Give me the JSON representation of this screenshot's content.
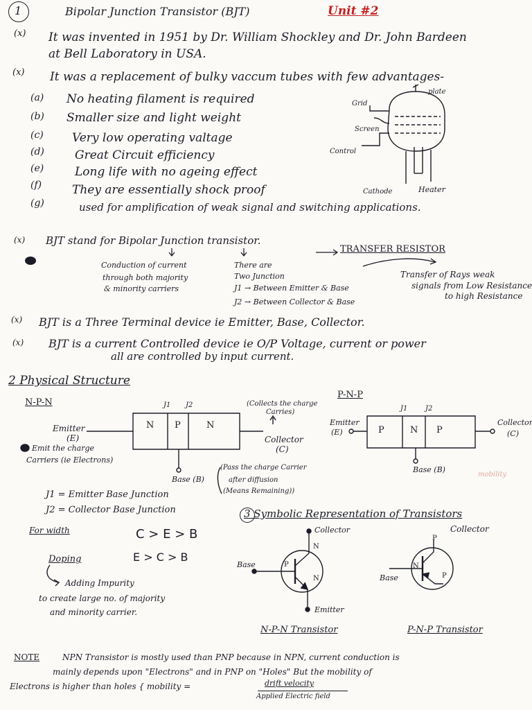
{
  "header": {
    "num": "1",
    "title": "Bipolar Junction Transistor (BJT)",
    "unit": "Unit #2"
  },
  "intro": {
    "line1": "It was invented in 1951 by Dr. William Shockley and Dr. John Bardeen",
    "line2": "at Bell Laboratory in USA.",
    "line3": "It was a replacement of bulky vaccum tubes with few advantages-"
  },
  "advantages": [
    {
      "mark": "(a)",
      "text": "No heating filament is required"
    },
    {
      "mark": "(b)",
      "text": "Smaller size and light weight"
    },
    {
      "mark": "(c)",
      "text": "Very low operating valtage"
    },
    {
      "mark": "(d)",
      "text": "Great Circuit efficiency"
    },
    {
      "mark": "(e)",
      "text": "Long life with no ageing effect"
    },
    {
      "mark": "(f)",
      "text": "They are essentially shock proof"
    },
    {
      "mark": "(g)",
      "text": "used for amplification of weak signal and switching applications."
    }
  ],
  "tube": {
    "plate": "plate",
    "grid": "Grid",
    "screen": "Screen",
    "control": "Control",
    "cathode": "Cathode",
    "heater": "Heater"
  },
  "bjt_stand": {
    "mark": "(x)",
    "text": "BJT stand for Bipolar Junction transistor.",
    "transfer": "TRANSFER RESISTOR",
    "bipolar_note": [
      "Conduction of current",
      "through both majority",
      "& minority carriers"
    ],
    "junction_note": [
      "There are",
      "Two Junction",
      "J1 → Between Emitter & Base",
      "J2 → Between Collector & Base"
    ],
    "transfer_note": [
      "Transfer of Rays weak",
      "signals from Low Resistance",
      "to high Resistance"
    ]
  },
  "facts": [
    {
      "mark": "(x)",
      "text": "BJT is a Three Terminal device ie Emitter, Base, Collector."
    },
    {
      "mark": "(x)",
      "text": "BJT is a current Controlled device ie O/P Voltage, current or power"
    },
    {
      "mark": "",
      "text": "all are controlled by input current."
    }
  ],
  "physical": {
    "title": "2 Physical Structure",
    "npn_label": "N-P-N",
    "pnp_label": "P-N-P",
    "j1": "J1",
    "j2": "J2",
    "npn_regions": [
      "N",
      "P",
      "N"
    ],
    "pnp_regions": [
      "P",
      "N",
      "P"
    ],
    "emitter": "Emitter",
    "emitter_e": "(E)",
    "emitter_note": [
      "Emit the charge",
      "Carriers (ie Electrons)"
    ],
    "collects_note": [
      "(Collects the charge",
      "Carries)"
    ],
    "collector": "Collector",
    "collector_c": "(C)",
    "base": "Base (B)",
    "base_note": [
      "(Pass the charge Carrier",
      "after diffusion",
      "(Means Remaining))"
    ],
    "pnp_emitter": "Emitter",
    "pnp_emitter_e": "(E)",
    "pnp_collector": "Collector",
    "pnp_collector_c": "(C)",
    "pnp_base": "Base (B)",
    "pnp_faint": "mobility",
    "j1_def": "J1 = Emitter Base Junction",
    "j2_def": "J2 = Collector Base Junction",
    "width_label": "For width",
    "width_rel": "C > E > B",
    "doping_label": "Doping",
    "doping_rel": "E > C > B",
    "doping_note": [
      "Adding Impurity",
      "to create large no. of majority",
      "and minority carrier."
    ]
  },
  "symbolic": {
    "title": "3 Symbolic Representation of Transistors",
    "npn_collector": "Collector",
    "npn_base": "Base",
    "npn_emitter": "Emitter",
    "npn_caption": "N-P-N Transistor",
    "pnp_collector": "Collector",
    "pnp_base": "Base",
    "pnp_caption": "P-N-P Transistor",
    "n": "N",
    "p": "P"
  },
  "note": {
    "label": "NOTE",
    "line1": "NPN Transistor is mostly used than PNP because in NPN, current conduction is",
    "line2": "mainly depends upon \"Electrons\" and in PNP on \"Holes\" But the mobility of",
    "line3": "Electrons is higher than holes { mobility =",
    "frac_top": "drift velocity",
    "frac_bottom": "Applied Electric field"
  },
  "colors": {
    "ink": "#1c1c28",
    "accent": "#c62020",
    "paper": "#fbfaf6"
  }
}
